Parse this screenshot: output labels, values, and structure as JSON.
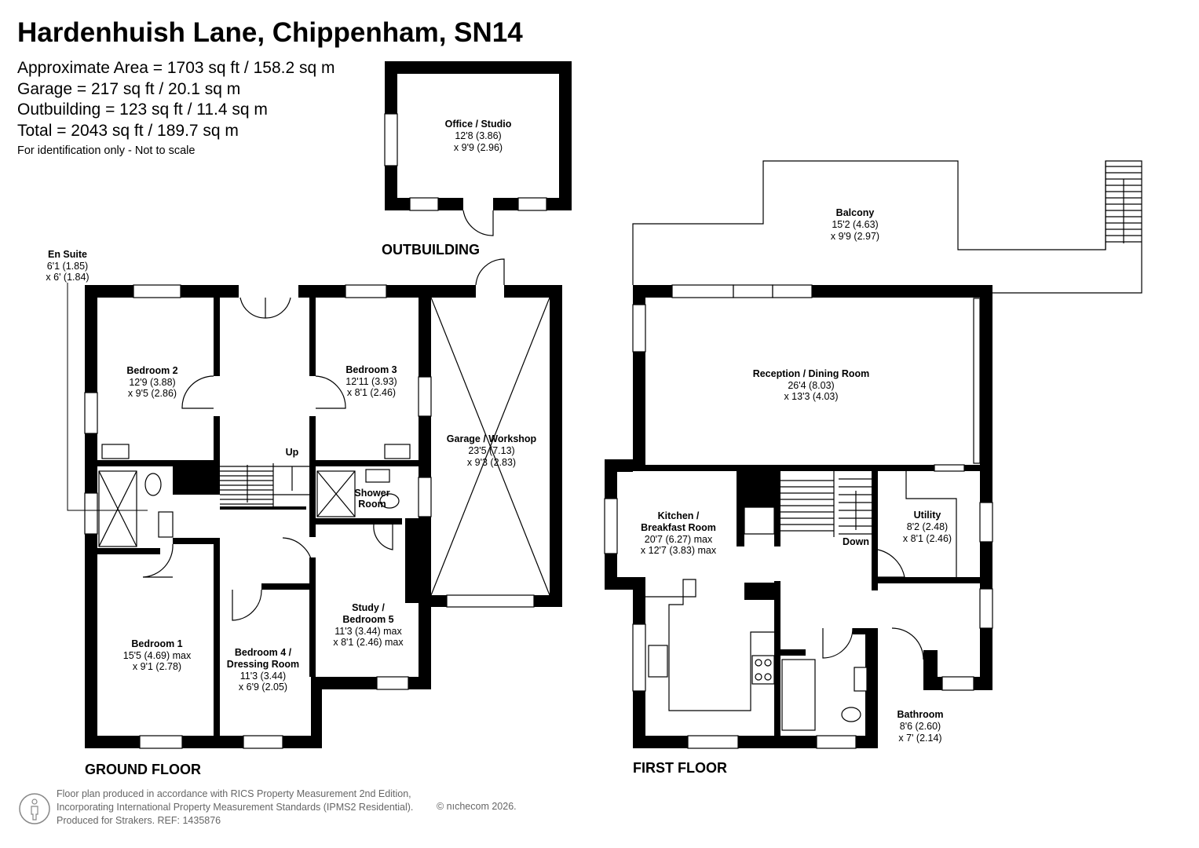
{
  "header": {
    "title": "Hardenhuish Lane, Chippenham, SN14",
    "areas": [
      "Approximate Area = 1703 sq ft / 158.2 sq m",
      "Garage = 217 sq ft / 20.1 sq m",
      "Outbuilding = 123 sq ft / 11.4 sq m",
      "Total = 2043 sq ft / 189.7 sq m"
    ],
    "note": "For identification only - Not to scale"
  },
  "floors": {
    "outbuilding": "OUTBUILDING",
    "ground": "GROUND FLOOR",
    "first": "FIRST FLOOR"
  },
  "rooms": {
    "office": {
      "name": [
        "Office / Studio"
      ],
      "dims": [
        "12'8 (3.86)",
        "x 9'9 (2.96)"
      ]
    },
    "ensuite": {
      "name": [
        "En Suite"
      ],
      "dims": [
        "6'1 (1.85)",
        "x 6' (1.84)"
      ]
    },
    "bed2": {
      "name": [
        "Bedroom 2"
      ],
      "dims": [
        "12'9 (3.88)",
        "x 9'5 (2.86)"
      ]
    },
    "bed3": {
      "name": [
        "Bedroom 3"
      ],
      "dims": [
        "12'11 (3.93)",
        "x 8'1 (2.46)"
      ]
    },
    "garage": {
      "name": [
        "Garage / Workshop"
      ],
      "dims": [
        "23'5 (7.13)",
        "x 9'3 (2.83)"
      ]
    },
    "shower": {
      "name": [
        "Shower",
        "Room"
      ],
      "dims": []
    },
    "bed1": {
      "name": [
        "Bedroom 1"
      ],
      "dims": [
        "15'5 (4.69) max",
        "x 9'1 (2.78)"
      ]
    },
    "bed4": {
      "name": [
        "Bedroom 4 /",
        "Dressing Room"
      ],
      "dims": [
        "11'3 (3.44)",
        "x 6'9 (2.05)"
      ]
    },
    "study": {
      "name": [
        "Study /",
        "Bedroom 5"
      ],
      "dims": [
        "11'3 (3.44) max",
        "x 8'1 (2.46) max"
      ]
    },
    "balcony": {
      "name": [
        "Balcony"
      ],
      "dims": [
        "15'2 (4.63)",
        "x 9'9 (2.97)"
      ]
    },
    "reception": {
      "name": [
        "Reception / Dining Room"
      ],
      "dims": [
        "26'4 (8.03)",
        "x 13'3 (4.03)"
      ]
    },
    "kitchen": {
      "name": [
        "Kitchen /",
        "Breakfast Room"
      ],
      "dims": [
        "20'7 (6.27) max",
        "x 12'7 (3.83) max"
      ]
    },
    "utility": {
      "name": [
        "Utility"
      ],
      "dims": [
        "8'2 (2.48)",
        "x 8'1 (2.46)"
      ]
    },
    "bathroom": {
      "name": [
        "Bathroom"
      ],
      "dims": [
        "8'6 (2.60)",
        "x 7' (2.14)"
      ]
    }
  },
  "stairs": {
    "up": "Up",
    "down": "Down"
  },
  "footer": {
    "lines": [
      "Floor plan produced in accordance with RICS Property Measurement 2nd Edition,",
      "Incorporating International Property Measurement Standards (IPMS2 Residential).",
      "Produced for Strakers.   REF: 1435876"
    ],
    "copyright": "© nıchecom 2026."
  }
}
